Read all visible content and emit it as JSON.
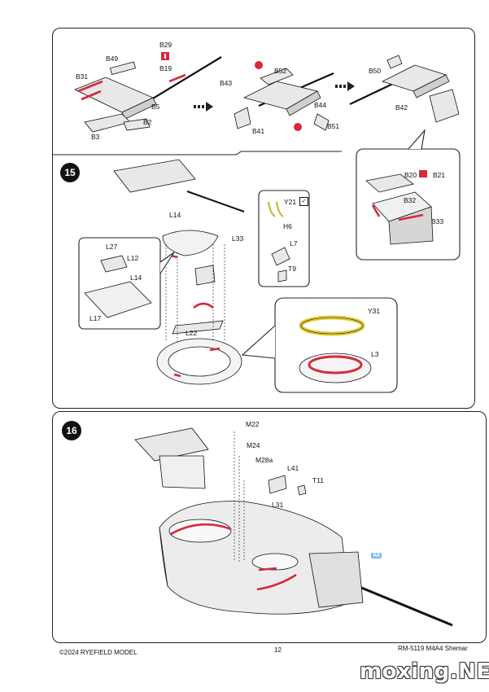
{
  "step15": {
    "number": "15",
    "top_labels": {
      "b29": "B29",
      "b49": "B49",
      "b19": "B19",
      "b31": "B31",
      "b5": "B5",
      "b2": "B2",
      "b3": "B3",
      "b43": "B43",
      "b52": "B52",
      "b44": "B44",
      "b41": "B41",
      "b51": "B51",
      "b50": "B50",
      "b42": "B42"
    },
    "inset_turret_parts": {
      "b20": "B20",
      "b21": "B21",
      "b32": "B32",
      "b33": "B33"
    },
    "mount_labels": {
      "l14a": "L14",
      "l33": "L33",
      "l27": "L27",
      "l12": "L12",
      "l14b": "L14",
      "l17": "L17",
      "l22": "L22"
    },
    "side_parts": {
      "y21": "Y21",
      "h6": "H6",
      "l7": "L7",
      "t9": "T9"
    },
    "ring_detail": {
      "y31": "Y31",
      "l3": "L3"
    }
  },
  "step16": {
    "number": "16",
    "labels": {
      "m22": "M22",
      "m24": "M24",
      "m28a": "M28a",
      "l41": "L41",
      "t11": "T11",
      "l31": "L31",
      "a8": "A8"
    }
  },
  "footer": {
    "copyright": "©2024 RYEFIELD MODEL",
    "page_number": "12",
    "kit": "RM-5119 M4A4 Shemar"
  },
  "watermark": "moxing.NET",
  "colors": {
    "highlight_red": "#d8283c",
    "highlight_yellow": "#f2e26a",
    "ink": "#111111",
    "part_gray": "#bdbdbd"
  }
}
